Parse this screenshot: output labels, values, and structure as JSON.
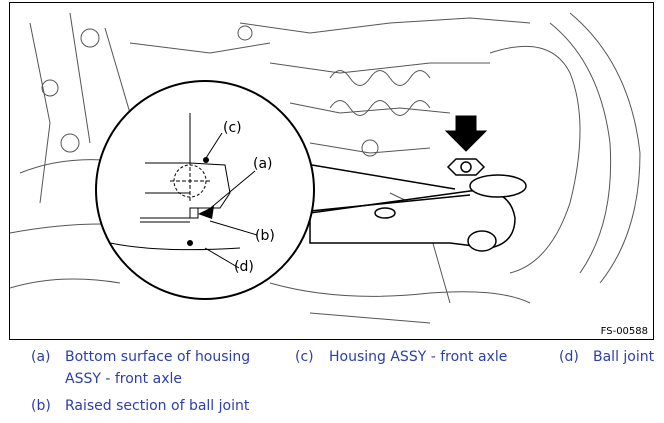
{
  "figure": {
    "id": "FS-00588",
    "callouts": {
      "a": "(a)",
      "b": "(b)",
      "c": "(c)",
      "d": "(d)"
    }
  },
  "legend": [
    {
      "key": "(a)",
      "line1": "Bottom surface of housing",
      "line2": "ASSY - front axle"
    },
    {
      "key": "(b)",
      "line1": "Raised section of ball joint"
    },
    {
      "key": "(c)",
      "line1": "Housing ASSY - front axle"
    },
    {
      "key": "(d)",
      "line1": "Ball joint"
    }
  ],
  "colors": {
    "legend_text": "#2c3ea8",
    "line": "#000000"
  }
}
